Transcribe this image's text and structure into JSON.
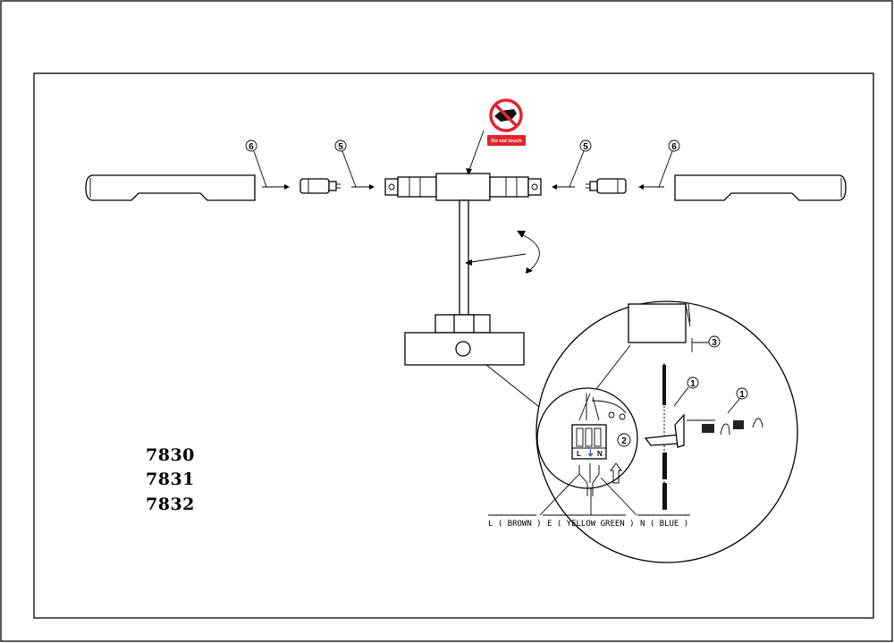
{
  "warning_sign": {
    "text": "Do not touch",
    "icon": "no-touch-icon",
    "color": "#e0262b"
  },
  "callouts": {
    "part6": "6",
    "part5": "5",
    "part3": "3",
    "part2": "2",
    "part1": "1"
  },
  "terminal_labels": {
    "live": "L",
    "earth": "⏚",
    "neutral": "N"
  },
  "wire_labels": {
    "brown": "L ( BROWN )",
    "earth": "E ( YELLOW GREEN )",
    "blue": "N ( BLUE )"
  },
  "models": [
    "7830",
    "7831",
    "7832"
  ],
  "colors": {
    "line": "#000000",
    "earth_symbol": "#1a3ccc"
  }
}
